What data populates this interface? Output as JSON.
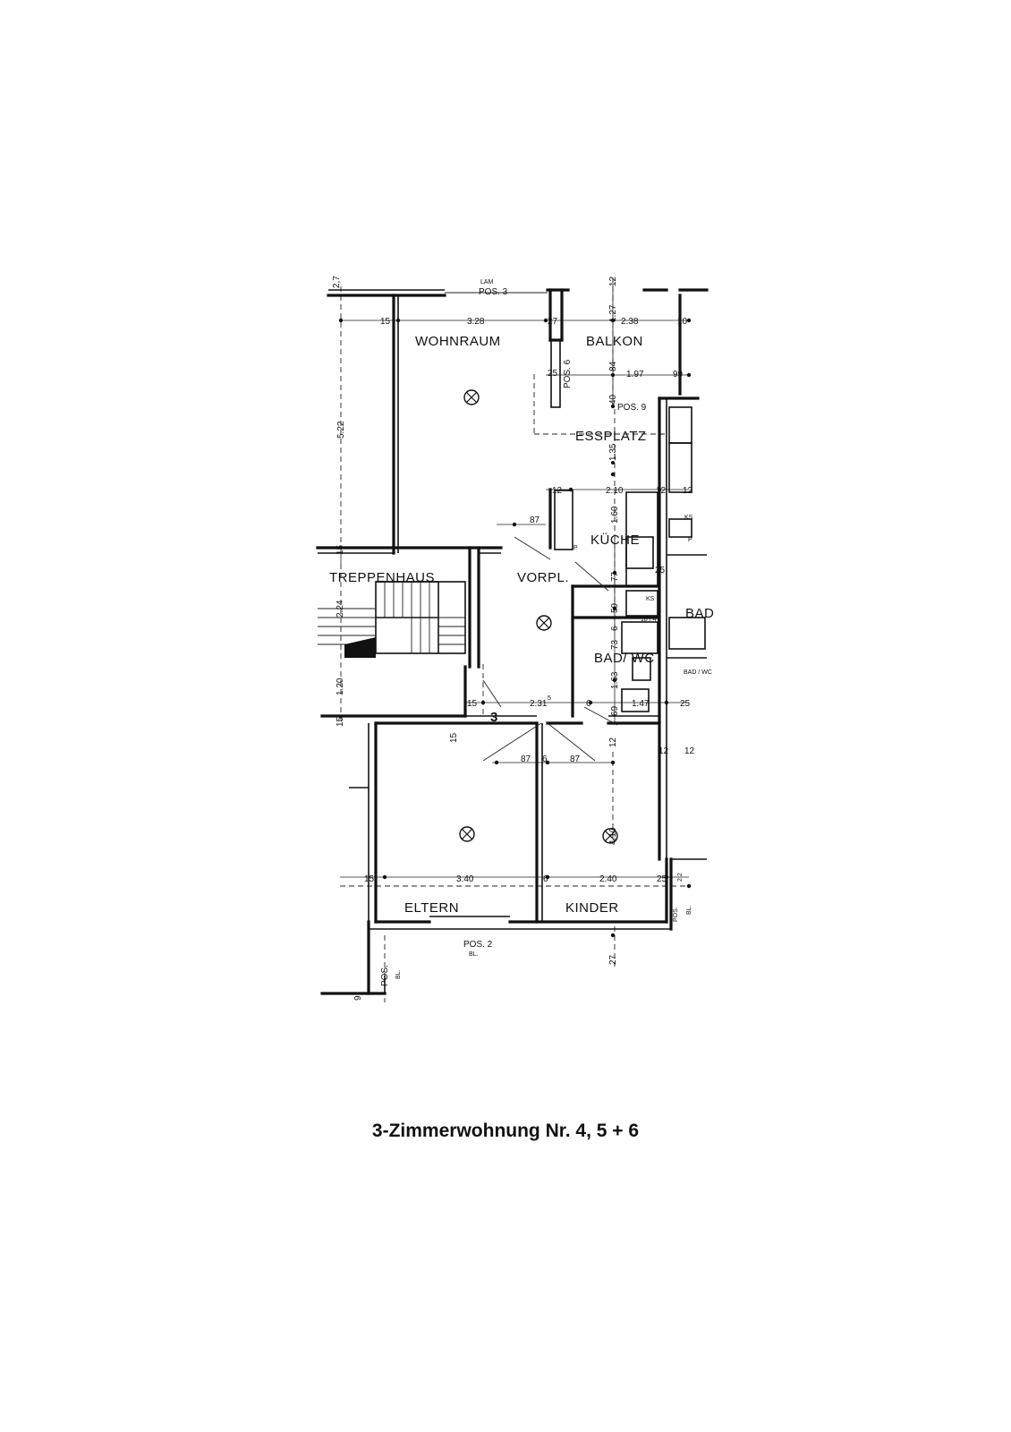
{
  "title": "3-Zimmerwohnung Nr. 4, 5 + 6",
  "rooms": {
    "wohnraum": "WOHNRAUM",
    "balkon": "BALKON",
    "essplatz": "ESSPLATZ",
    "kueche": "KÜCHE",
    "treppenhaus": "TREPPENHAUS",
    "vorpl": "VORPL.",
    "bad_wc": "BAD/ WC",
    "bad": "BAD",
    "bad_wc_small": "BAD / WC",
    "eltern": "ELTERN",
    "kinder": "KINDER"
  },
  "dimensions": {
    "d_2_7_top": "2,7",
    "d_lam": "LAM",
    "d_pos3": "POS. 3",
    "d_12_top": "12",
    "d_15_a": "15",
    "d_3_28": "3.28",
    "d_27_a": "27",
    "d_1_27": "1.27",
    "d_2_38": "2.38",
    "d_10": "10",
    "d_25_a": "25",
    "d_pos6": "POS. 6",
    "d_84": "84",
    "d_1_97": "1.97",
    "d_99": "99",
    "d_40": "40",
    "d_pos9": "POS. 9",
    "d_5_22": "5.22",
    "d_1_35": "1.35",
    "d_12_b": "12",
    "d_2_10": "2.10",
    "d_12_c": "12",
    "d_12_d": "12",
    "d_87_a": "87",
    "d_1_60": "1.60",
    "d_ks_a": "KS",
    "d_p_a": "P",
    "d_p_b": "P",
    "d_15_b": "15",
    "d_2_24": "2.24",
    "d_77": "77",
    "d_25_b": "25",
    "d_59": "59",
    "d_ks_b": "KS",
    "d_18_47": "18 / 47",
    "d_6_a": "6",
    "d_73": "73",
    "d_1_63": "1.63",
    "d_1_20": "1.20",
    "d_15_c": "15",
    "d_2_31": "2.31",
    "d_sup5": "5",
    "d_6_b": "6",
    "d_1_47": "1.47",
    "d_25_c": "25",
    "d_3": "3",
    "d_69": "69",
    "d_15_d": "15",
    "d_15_e": "15",
    "d_12_e": "12",
    "d_12_f": "12",
    "d_87_b": "87",
    "d_6_c": "6",
    "d_87_c": "87",
    "d_12_g": "12",
    "d_4_10": "4.10",
    "d_15_f": "15",
    "d_3_40": "3.40",
    "d_6_d": "6",
    "d_2_40": "2.40",
    "d_25_d": "25",
    "d_2_2": "2.2",
    "d_pos_a": "POS.",
    "d_bl_a": "BL.",
    "d_pos2": "POS. 2",
    "d_bl_b": "BL.",
    "d_27_b": "27",
    "d_pos_b": "POS.",
    "d_bl_c": "BL.",
    "d_9": "9"
  }
}
